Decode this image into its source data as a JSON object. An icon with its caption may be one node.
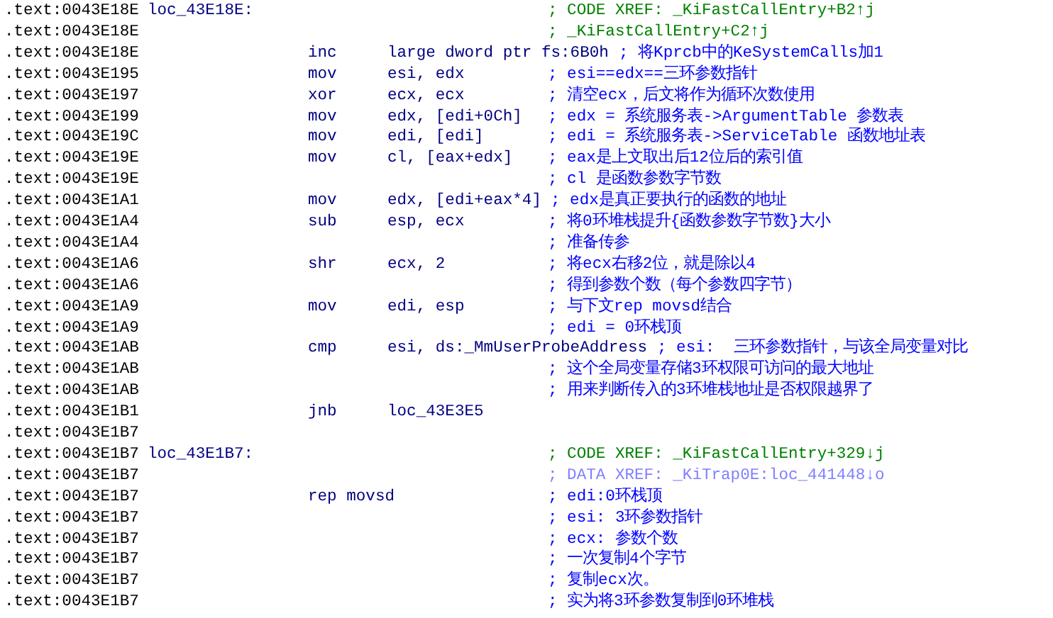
{
  "diagram": {
    "labels": [
      ".text:0043E18E",
      "loc_43E18E:",
      "; CODE XREF: _KiFastCallEntry+B2↑j",
      ".text:0043E18E",
      "; _KiFastCallEntry+C2↑j",
      ".text:0043E18E",
      "inc",
      "large dword ptr fs:6B0h",
      "; 将Kprcb中的KeSystemCalls加1",
      ".text:0043E195",
      "mov",
      "esi, edx",
      "; esi==edx==三环参数指针",
      ".text:0043E197",
      "xor",
      "ecx, ecx",
      "; 清空ecx，后文将作为循环次数使用",
      ".text:0043E199",
      "mov",
      "edx, [edi+0Ch]",
      "; edx = 系统服务表->ArgumentTable 参数表",
      ".text:0043E19C",
      "mov",
      "edi, [edi]",
      "; edi = 系统服务表->ServiceTable 函数地址表",
      ".text:0043E19E",
      "mov",
      "cl, [eax+edx]",
      "; eax是上文取出后12位后的索引值",
      ".text:0043E19E",
      "; cl 是函数参数字节数",
      ".text:0043E1A1",
      "mov",
      "edx, [edi+eax*4]",
      "; edx是真正要执行的函数的地址",
      ".text:0043E1A4",
      "sub",
      "esp, ecx",
      "; 将0环堆栈提升{函数参数字节数}大小",
      ".text:0043E1A4",
      "; 准备传参",
      ".text:0043E1A6",
      "shr",
      "ecx, 2",
      "; 将ecx右移2位，就是除以4",
      ".text:0043E1A6",
      "; 得到参数个数（每个参数四字节）",
      ".text:0043E1A9",
      "mov",
      "edi, esp",
      "; 与下文rep movsd结合",
      ".text:0043E1A9",
      "; edi = 0环栈顶",
      ".text:0043E1AB",
      "cmp",
      "esi, ds:_MmUserProbeAddress",
      "; esi:  三环参数指针，与该全局变量对比",
      ".text:0043E1AB",
      "; 这个全局变量存储3环权限可访问的最大地址",
      ".text:0043E1AB",
      "; 用来判断传入的3环堆栈地址是否权限越界了",
      ".text:0043E1B1",
      "jnb",
      "loc_43E3E5",
      ".text:0043E1B7",
      ".text:0043E1B7",
      "loc_43E1B7:",
      "; CODE XREF: _KiFastCallEntry+329↓j",
      ".text:0043E1B7",
      "; DATA XREF: _KiTrap0E:loc_441448↓o",
      ".text:0043E1B7",
      "rep movsd",
      "; edi:0环栈顶",
      ".text:0043E1B7",
      "; esi: 3环参数指针",
      ".text:0043E1B7",
      "; ecx: 参数个数",
      ".text:0043E1B7",
      "; 一次复制4个字节",
      ".text:0043E1B7",
      "; 复制ecx次。",
      ".text:0043E1B7",
      "; 实为将3环参数复制到0环堆栈"
    ]
  }
}
